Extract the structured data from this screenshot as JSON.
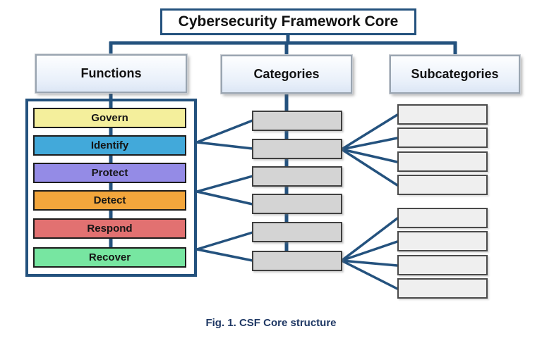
{
  "title": "Cybersecurity Framework Core",
  "caption": "Fig. 1. CSF Core structure",
  "columns": {
    "functions": {
      "label": "Functions"
    },
    "categories": {
      "label": "Categories",
      "placeholder_count": 6
    },
    "subcategories": {
      "label": "Subcategories",
      "placeholder_count": 8
    }
  },
  "functions": [
    {
      "label": "Govern",
      "color": "#F4EF9C"
    },
    {
      "label": "Identify",
      "color": "#42A9DA"
    },
    {
      "label": "Protect",
      "color": "#948BE6"
    },
    {
      "label": "Detect",
      "color": "#F3A63C"
    },
    {
      "label": "Respond",
      "color": "#E27171"
    },
    {
      "label": "Recover",
      "color": "#77E6A1"
    }
  ],
  "colors": {
    "connector": "#24527E",
    "category_fill": "#D4D4D4",
    "subcategory_fill": "#EFEFEF",
    "caption_text": "#1F3864"
  }
}
